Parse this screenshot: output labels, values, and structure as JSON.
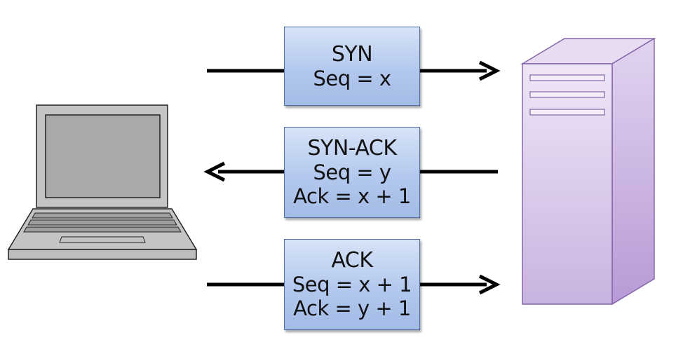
{
  "messages": [
    {
      "id": "syn",
      "title": "SYN",
      "lines": [
        "Seq = x"
      ],
      "direction": "client-to-server"
    },
    {
      "id": "synack",
      "title": "SYN-ACK",
      "lines": [
        "Seq = y",
        "Ack = x + 1"
      ],
      "direction": "server-to-client"
    },
    {
      "id": "ack",
      "title": "ACK",
      "lines": [
        "Seq = x + 1",
        "Ack = y + 1"
      ],
      "direction": "client-to-server"
    }
  ],
  "nodes": {
    "client": {
      "icon": "laptop-icon"
    },
    "server": {
      "icon": "server-tower-icon"
    }
  },
  "colors": {
    "box_fill_top": "#d7e3f7",
    "box_fill_bottom": "#a3bbe6",
    "box_border": "#4f6fa8",
    "server_fill_top": "#efe6f7",
    "server_fill_bottom": "#c9b3e0",
    "server_border": "#8566a8",
    "laptop_fill": "#c4c4c4",
    "laptop_screen": "#a8a8a8",
    "arrow": "#000000"
  }
}
